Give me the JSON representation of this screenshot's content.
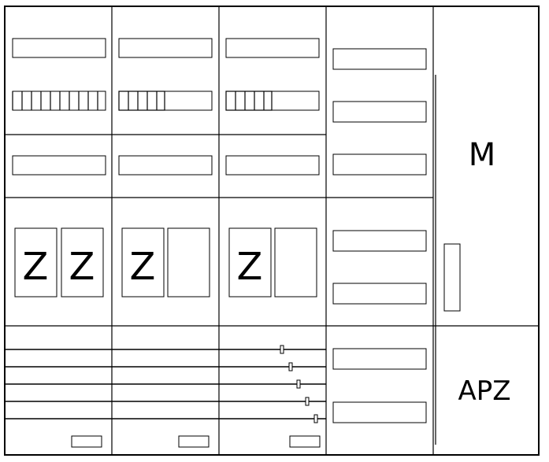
{
  "modules": {
    "meter_label": "Z"
  },
  "right_column": {
    "upper_label": "M",
    "lower_label": "APZ"
  }
}
